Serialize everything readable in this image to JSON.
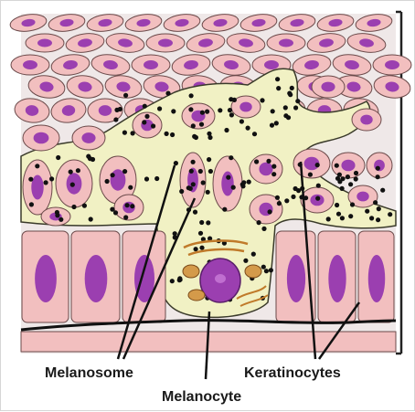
{
  "labels": {
    "melanosome": "Melanosome",
    "keratinocytes": "Keratinocytes",
    "melanocyte": "Melanocyte"
  },
  "colors": {
    "cell_fill": "#f2bfbf",
    "cell_stroke": "#6b4a4a",
    "nucleus": "#9b3fb0",
    "nucleus_light": "#c06fd0",
    "melanocyte_fill": "#f1f1c4",
    "melanocyte_stroke": "#3a3a2a",
    "granule": "#111111",
    "background": "#efe8e8",
    "organelle": "#d49a4a"
  }
}
